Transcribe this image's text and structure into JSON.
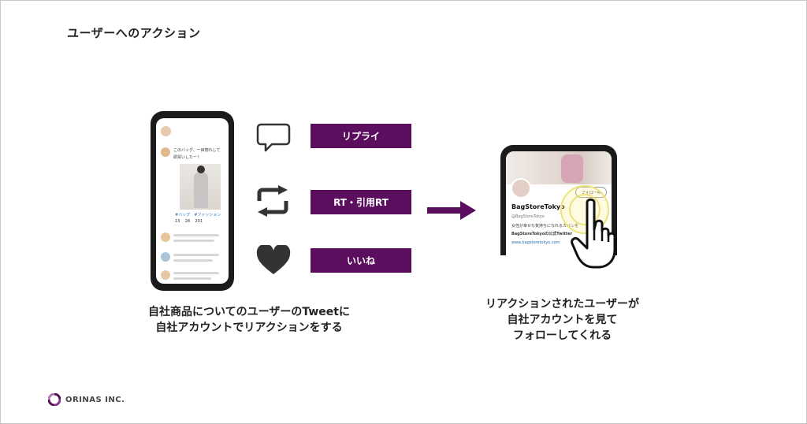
{
  "title": "ユーザーへのアクション",
  "phone_left": {
    "tweet_line1": "このバッグ、一目惚れして",
    "tweet_line2": "即買いしたー！",
    "hashtags": "#バッグ　#ファッション",
    "stats": [
      "13",
      "28",
      "201"
    ]
  },
  "actions": [
    {
      "label": "リプライ",
      "icon": "speech-bubble-icon"
    },
    {
      "label": "RT・引用RT",
      "icon": "retweet-icon"
    },
    {
      "label": "いいね",
      "icon": "heart-icon"
    }
  ],
  "phone_right": {
    "follow_button": "フォロー中",
    "account_name": "BagStoreTokyo",
    "handle": "@BagStoreTokyo",
    "bio_line1": "女性が幸せな気持ちになれるカバンを",
    "bio_line2": "BagStoreTokyoの公式Twitter",
    "url": "www.bagstoretokyo.com"
  },
  "caption_left": [
    "自社商品についてのユーザーのTweetに",
    "自社アカウントでリアクションをする"
  ],
  "caption_right": [
    "リアクションされたユーザーが",
    "自社アカウントを見て",
    "フォローしてくれる"
  ],
  "footer": {
    "company": "ORINAS INC."
  },
  "colors": {
    "accent": "#5b0d5e",
    "icon": "#333333"
  }
}
